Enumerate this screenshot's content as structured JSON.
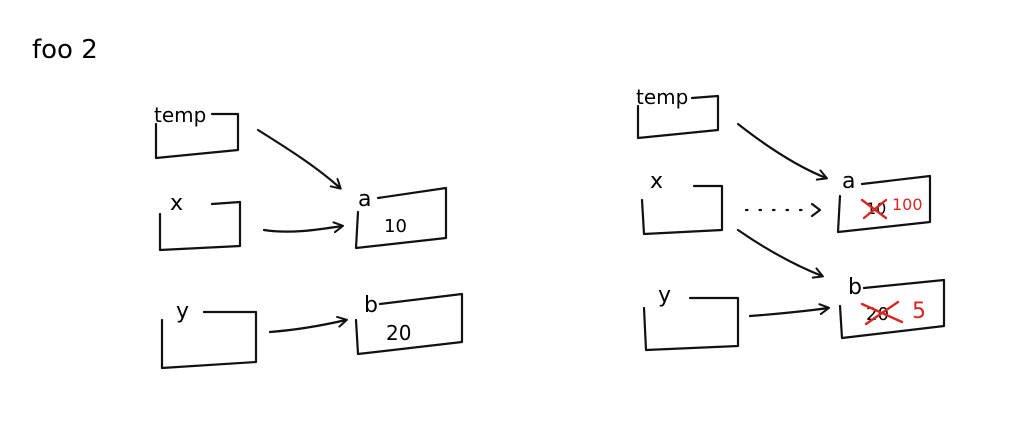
{
  "title": "foo 2",
  "left": {
    "temp_label": "temp",
    "x_label": "x",
    "y_label": "y",
    "a_label": "a",
    "b_label": "b",
    "a_value": "10",
    "b_value": "20"
  },
  "right": {
    "temp_label": "temp",
    "x_label": "x",
    "y_label": "y",
    "a_label": "a",
    "b_label": "b",
    "a_old_value": "10",
    "a_new_value": "100",
    "b_old_value": "20",
    "b_new_value": "5"
  },
  "colors": {
    "ink": "#111111",
    "edit": "#d6281f"
  }
}
